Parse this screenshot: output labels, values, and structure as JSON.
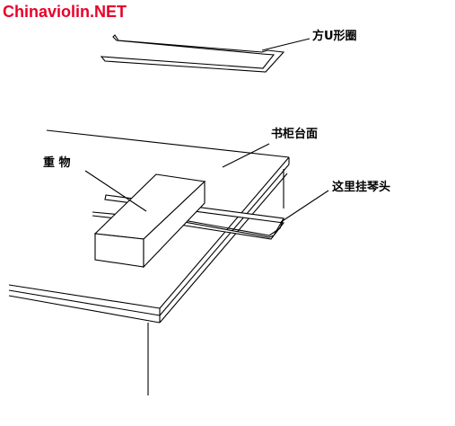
{
  "watermark": {
    "text": "Chinaviolin.NET",
    "color": "#e8002a"
  },
  "labels": {
    "u_frame": "方U形圈",
    "cabinet_top": "书柜台面",
    "weight": "重  物",
    "hang_point": "这里挂琴头"
  },
  "colors": {
    "line": "#000000",
    "background": "#ffffff"
  }
}
